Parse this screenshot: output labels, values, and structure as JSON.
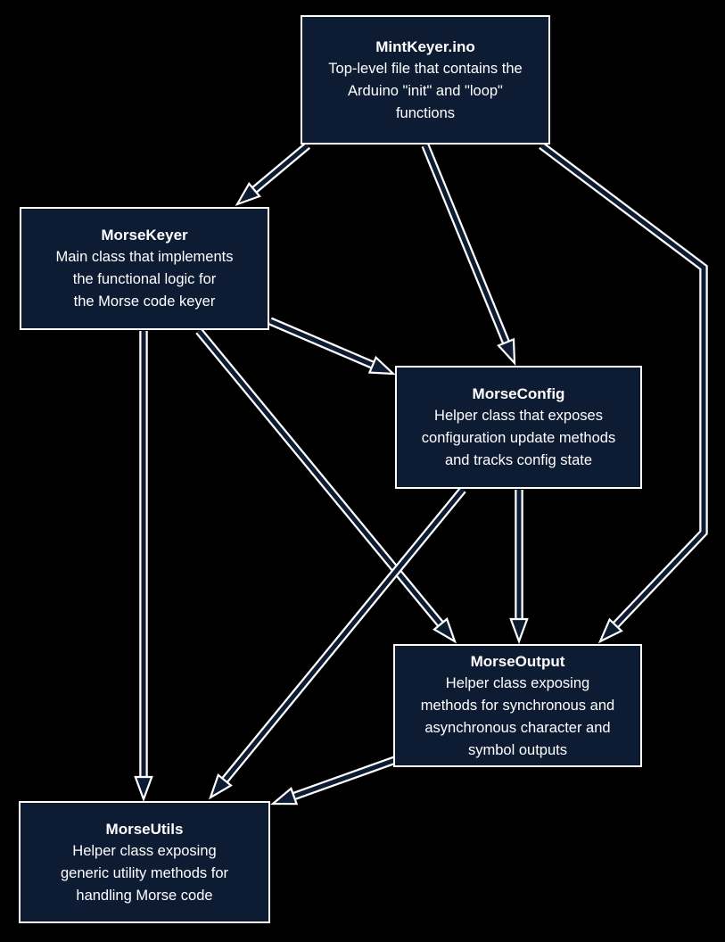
{
  "diagram": {
    "type": "dependency-graph",
    "colors": {
      "background": "#000000",
      "node_fill": "#0d1b33",
      "node_border": "#ffffff",
      "text": "#ffffff",
      "edge_fill": "#0d1b33",
      "edge_outline": "#ffffff"
    },
    "nodes": [
      {
        "id": "mintkeyer-ino",
        "title": "MintKeyer.ino",
        "description": "Top-level file that contains the\nArduino \"init\" and \"loop\"\nfunctions"
      },
      {
        "id": "morsekeyer",
        "title": "MorseKeyer",
        "description": "Main class that implements\nthe functional logic for\nthe Morse code keyer"
      },
      {
        "id": "morseconfig",
        "title": "MorseConfig",
        "description": "Helper class that exposes\nconfiguration update methods\nand tracks config state"
      },
      {
        "id": "morseoutput",
        "title": "MorseOutput",
        "description": "Helper class exposing\nmethods for synchronous and\nasynchronous character and\nsymbol outputs"
      },
      {
        "id": "morseutils",
        "title": "MorseUtils",
        "description": "Helper class exposing\ngeneric utility methods for\nhandling Morse code"
      }
    ],
    "edges": [
      {
        "from": "mintkeyer-ino",
        "to": "morsekeyer"
      },
      {
        "from": "mintkeyer-ino",
        "to": "morseconfig"
      },
      {
        "from": "mintkeyer-ino",
        "to": "morseoutput"
      },
      {
        "from": "morsekeyer",
        "to": "morseconfig"
      },
      {
        "from": "morsekeyer",
        "to": "morseutils"
      },
      {
        "from": "morsekeyer",
        "to": "morseoutput"
      },
      {
        "from": "morseconfig",
        "to": "morseoutput"
      },
      {
        "from": "morseconfig",
        "to": "morseutils"
      },
      {
        "from": "morseoutput",
        "to": "morseutils"
      }
    ]
  }
}
